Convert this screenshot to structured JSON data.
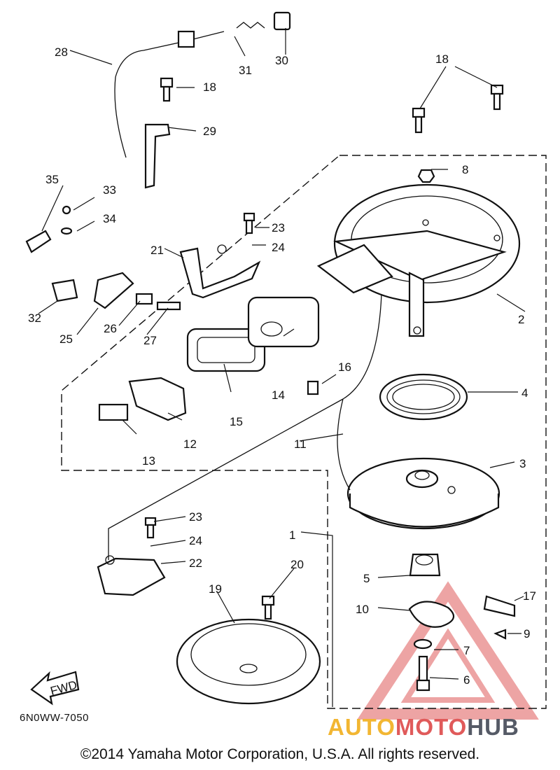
{
  "diagram": {
    "part_numbers": [
      "1",
      "2",
      "3",
      "4",
      "5",
      "6",
      "7",
      "8",
      "9",
      "10",
      "11",
      "12",
      "13",
      "14",
      "15",
      "16",
      "17",
      "18",
      "19",
      "20",
      "21",
      "22",
      "23",
      "24",
      "25",
      "26",
      "27",
      "28",
      "29",
      "30",
      "31",
      "32",
      "33",
      "34",
      "35"
    ],
    "direction_label": "FWD",
    "diagram_code": "6N0WW-7050"
  },
  "watermark": {
    "brand_part1": "AUTO",
    "brand_part2": "MOTO",
    "brand_part3": "HUB",
    "colors": {
      "auto": "#f2b632",
      "moto": "#e05a5a",
      "hub": "#555a66"
    }
  },
  "footer": {
    "copyright": "©2014 Yamaha Motor Corporation, U.S.A. All rights reserved."
  }
}
